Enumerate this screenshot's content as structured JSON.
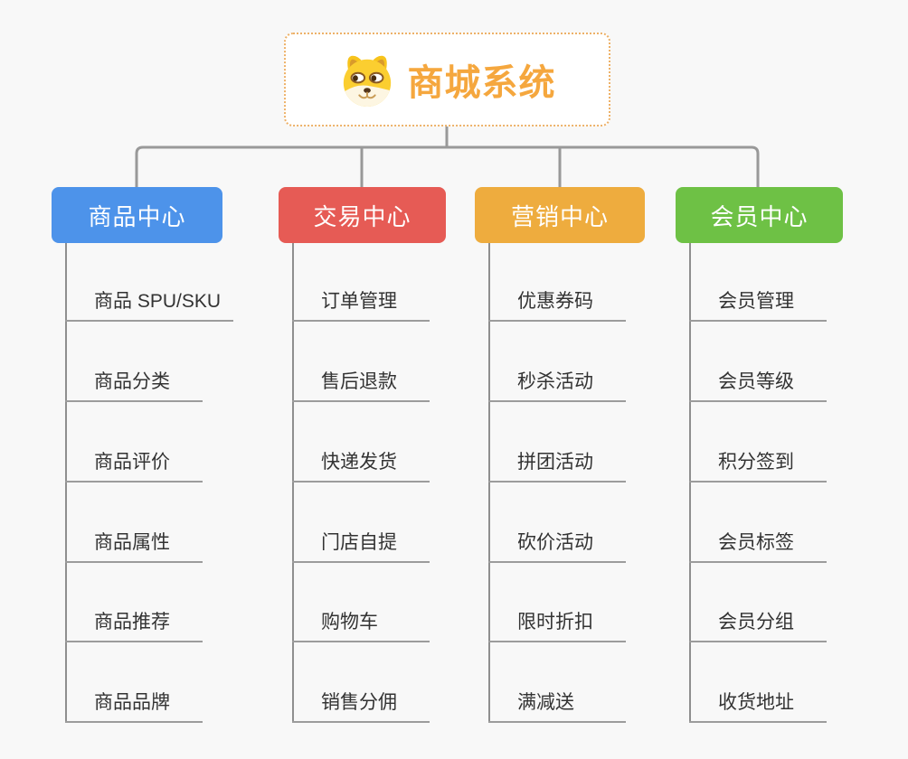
{
  "root": {
    "title": "商城系统",
    "icon": "doge-icon"
  },
  "branches": [
    {
      "label": "商品中心",
      "color": "#4D93EA",
      "items": [
        "商品 SPU/SKU",
        "商品分类",
        "商品评价",
        "商品属性",
        "商品推荐",
        "商品品牌"
      ]
    },
    {
      "label": "交易中心",
      "color": "#E65B55",
      "items": [
        "订单管理",
        "售后退款",
        "快递发货",
        "门店自提",
        "购物车",
        "销售分佣"
      ]
    },
    {
      "label": "营销中心",
      "color": "#EEAC3E",
      "items": [
        "优惠券码",
        "秒杀活动",
        "拼团活动",
        "砍价活动",
        "限时折扣",
        "满减送"
      ]
    },
    {
      "label": "会员中心",
      "color": "#6EC145",
      "items": [
        "会员管理",
        "会员等级",
        "积分签到",
        "会员标签",
        "会员分组",
        "收货地址"
      ]
    }
  ],
  "colors": {
    "background": "#F8F8F8",
    "connector": "#999999",
    "trunk": "#8F8F8F",
    "leaf_line": "#9C9C9C",
    "leaf_text": "#333333",
    "root_accent": "#F5A73E",
    "root_border": "#EDB168"
  }
}
